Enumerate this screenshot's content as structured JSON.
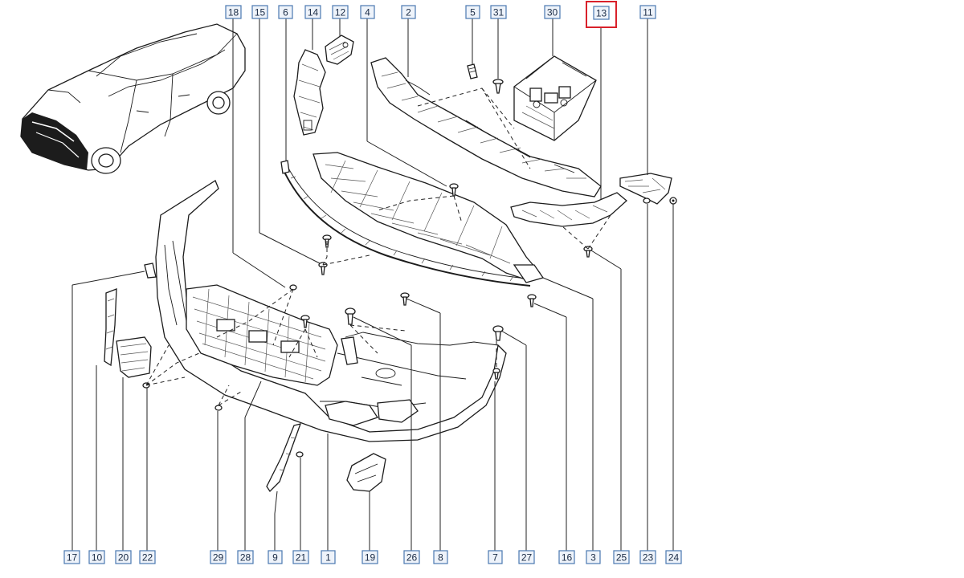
{
  "diagram": {
    "highlight_color": "#d9212b",
    "callout_fill": "#eef3fa",
    "callout_border": "#4a78b0",
    "top_callouts": [
      {
        "label": "18",
        "highlighted": false
      },
      {
        "label": "15",
        "highlighted": false
      },
      {
        "label": "6",
        "highlighted": false
      },
      {
        "label": "14",
        "highlighted": false
      },
      {
        "label": "12",
        "highlighted": false
      },
      {
        "label": "4",
        "highlighted": false
      },
      {
        "label": "2",
        "highlighted": false
      },
      {
        "label": "5",
        "highlighted": false
      },
      {
        "label": "31",
        "highlighted": false
      },
      {
        "label": "30",
        "highlighted": false
      },
      {
        "label": "13",
        "highlighted": true
      },
      {
        "label": "11",
        "highlighted": false
      }
    ],
    "bottom_callouts": [
      {
        "label": "17"
      },
      {
        "label": "10"
      },
      {
        "label": "20"
      },
      {
        "label": "22"
      },
      {
        "label": "29"
      },
      {
        "label": "28"
      },
      {
        "label": "9"
      },
      {
        "label": "21"
      },
      {
        "label": "1"
      },
      {
        "label": "19"
      },
      {
        "label": "26"
      },
      {
        "label": "8"
      },
      {
        "label": "7"
      },
      {
        "label": "27"
      },
      {
        "label": "16"
      },
      {
        "label": "3"
      },
      {
        "label": "25"
      },
      {
        "label": "23"
      },
      {
        "label": "24"
      }
    ]
  }
}
